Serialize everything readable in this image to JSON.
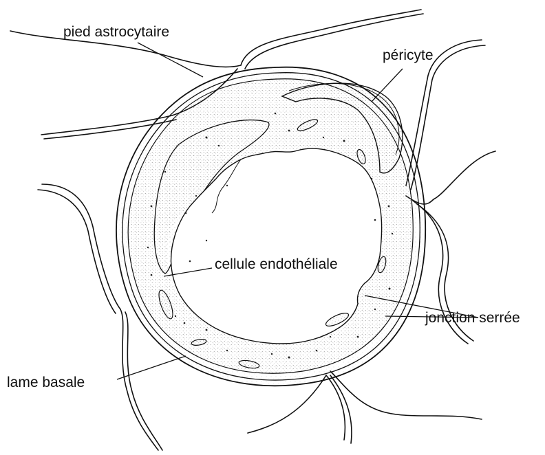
{
  "labels": {
    "astrocyte_foot": "pied astrocytaire",
    "pericyte": "péricyte",
    "endothelial_cell": "cellule endothéliale",
    "tight_junction": "jonction serrée",
    "basal_lamina": "lame basale"
  },
  "colors": {
    "ink": "#111111",
    "stipple": "#555555",
    "background": "#ffffff"
  }
}
